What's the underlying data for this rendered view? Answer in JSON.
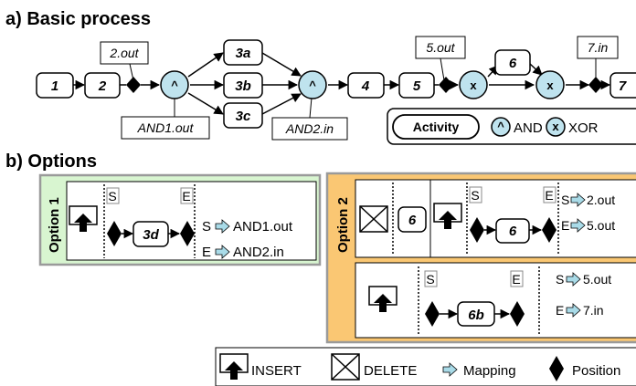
{
  "section_a": {
    "title": "a) Basic process",
    "activities": {
      "a1": "1",
      "a2": "2",
      "a3a": "3a",
      "a3b": "3b",
      "a3c": "3c",
      "a4": "4",
      "a5": "5",
      "a6": "6",
      "a7": "7"
    },
    "gateways": {
      "and_symbol": "^",
      "xor_symbol": "x"
    },
    "annotations": {
      "out2": "2.out",
      "and1out": "AND1.out",
      "and2in": "AND2.in",
      "out5": "5.out",
      "in7": "7.in"
    },
    "legend": {
      "activity": "Activity",
      "and_label": "AND",
      "xor_label": "XOR"
    }
  },
  "section_b": {
    "title": "b) Options",
    "option1": {
      "title": "Option 1",
      "start_marker": "S",
      "end_marker": "E",
      "activity": "3d",
      "mapping_s_key": "S",
      "mapping_s_value": "AND1.out",
      "mapping_e_key": "E",
      "mapping_e_value": "AND2.in",
      "color": "#d8f5d0"
    },
    "option2": {
      "title": "Option 2",
      "delete_activity": "6",
      "top": {
        "start_marker": "S",
        "end_marker": "E",
        "activity": "6",
        "mapping_s_key": "S",
        "mapping_s_value": "2.out",
        "mapping_e_key": "E",
        "mapping_e_value": "5.out"
      },
      "bottom": {
        "start_marker": "S",
        "end_marker": "E",
        "activity": "6b",
        "mapping_s_key": "S",
        "mapping_s_value": "5.out",
        "mapping_e_key": "E",
        "mapping_e_value": "7.in"
      },
      "color": "#fac773"
    }
  },
  "legend_bottom": {
    "insert": "INSERT",
    "delete": "DELETE",
    "mapping": "Mapping",
    "position": "Position"
  },
  "colors": {
    "gateway_fill": "#bfe3ee",
    "mapping_arrow": "#a9dbe8"
  }
}
